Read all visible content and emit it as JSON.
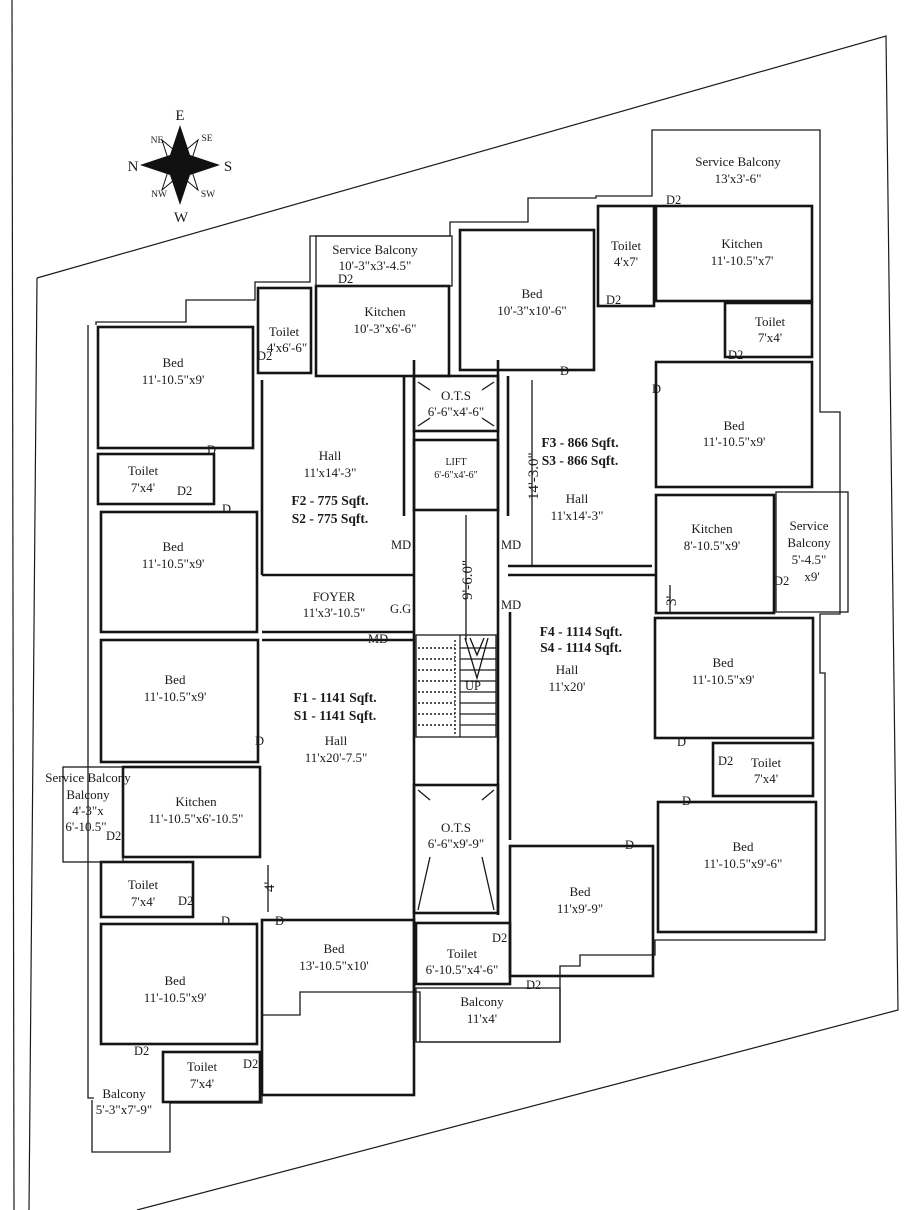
{
  "compass": {
    "north": "N",
    "south": "S",
    "east": "E",
    "west": "W",
    "ne": "NE",
    "se": "SE",
    "nw": "NW",
    "sw": "SW"
  },
  "units": [
    {
      "id": "unit-2",
      "area_lines": [
        "F2 - 775 Sqft.",
        "S2 - 775 Sqft."
      ],
      "rooms": [
        {
          "name": "Service Balcony",
          "dim": "10'-3\"x3'-4.5\""
        },
        {
          "name": "Kitchen",
          "dim": "10'-3\"x6'-6\""
        },
        {
          "name": "Toilet",
          "dim": "4'x6'-6\""
        },
        {
          "name": "Bed",
          "dim": "11'-10.5\"x9'"
        },
        {
          "name": "Hall",
          "dim": "11'x14'-3\""
        },
        {
          "name": "Toilet",
          "dim": "7'x4'"
        },
        {
          "name": "Bed",
          "dim": "11'-10.5\"x9'"
        }
      ]
    },
    {
      "id": "unit-3",
      "area_lines": [
        "F3 - 866 Sqft.",
        "S3 - 866 Sqft."
      ],
      "rooms": [
        {
          "name": "Service Balcony",
          "dim": "13'x3'-6\""
        },
        {
          "name": "Bed",
          "dim": "10'-3\"x10'-6\""
        },
        {
          "name": "Toilet",
          "dim": "4'x7'"
        },
        {
          "name": "Kitchen",
          "dim": "11'-10.5\"x7'"
        },
        {
          "name": "Toilet",
          "dim": "7'x4'"
        },
        {
          "name": "Bed",
          "dim": "11'-10.5\"x9'"
        },
        {
          "name": "Hall",
          "dim": "11'x14'-3\""
        }
      ]
    },
    {
      "id": "unit-1",
      "area_lines": [
        "F1 - 1141 Sqft.",
        "S1 - 1141 Sqft."
      ],
      "rooms": [
        {
          "name": "Bed",
          "dim": "11'-10.5\"x9'"
        },
        {
          "name": "Hall",
          "dim": "11'x20'-7.5\""
        },
        {
          "name": "Service Balcony",
          "dim_lines": [
            "4'-3\"x",
            "6'-10.5\""
          ]
        },
        {
          "name": "Kitchen",
          "dim": "11'-10.5\"x6'-10.5\""
        },
        {
          "name": "Toilet",
          "dim": "7'x4'"
        },
        {
          "name": "Bed",
          "dim": "11'-10.5\"x9'"
        },
        {
          "name": "Bed",
          "dim": "13'-10.5\"x10'"
        },
        {
          "name": "Toilet",
          "dim": "7'x4'"
        },
        {
          "name": "Balcony",
          "dim": "5'-3\"x7'-9\""
        }
      ]
    },
    {
      "id": "unit-4",
      "area_lines": [
        "F4 - 1114 Sqft.",
        "S4 - 1114 Sqft."
      ],
      "rooms": [
        {
          "name": "Kitchen",
          "dim": "8'-10.5\"x9'"
        },
        {
          "name": "Service Balcony",
          "dim_lines": [
            "Service",
            "Balcony",
            "5'-4.5\"",
            "x9'"
          ]
        },
        {
          "name": "Hall",
          "dim": "11'x20'"
        },
        {
          "name": "Bed",
          "dim": "11'-10.5\"x9'"
        },
        {
          "name": "Toilet",
          "dim": "7'x4'"
        },
        {
          "name": "Bed",
          "dim": "11'-10.5\"x9'-6\""
        },
        {
          "name": "Bed",
          "dim": "11'x9'-9\""
        },
        {
          "name": "Toilet",
          "dim": "6'-10.5\"x4'-6\""
        },
        {
          "name": "Balcony",
          "dim": "11'x4'"
        }
      ]
    }
  ],
  "common": {
    "ots_top": {
      "name": "O.T.S",
      "dim": "6'-6\"x4'-6\""
    },
    "lift": {
      "name": "LIFT",
      "dim": "6'-6\"x4'-6\""
    },
    "foyer": {
      "name": "FOYER",
      "dim": "11'x3'-10.5\""
    },
    "ots_bottom": {
      "name": "O.T.S",
      "dim": "6'-6\"x9'-9\""
    },
    "stair_label": "UP",
    "gate_label": "G.G"
  },
  "doors": {
    "main": "MD",
    "door": "D",
    "toilet_door": "D2"
  },
  "dimensions": {
    "hall3_height": "14'-3.0\"",
    "stair_width": "9'-6.0\"",
    "passage_unit4": "3'",
    "passage_unit1": "4'"
  }
}
